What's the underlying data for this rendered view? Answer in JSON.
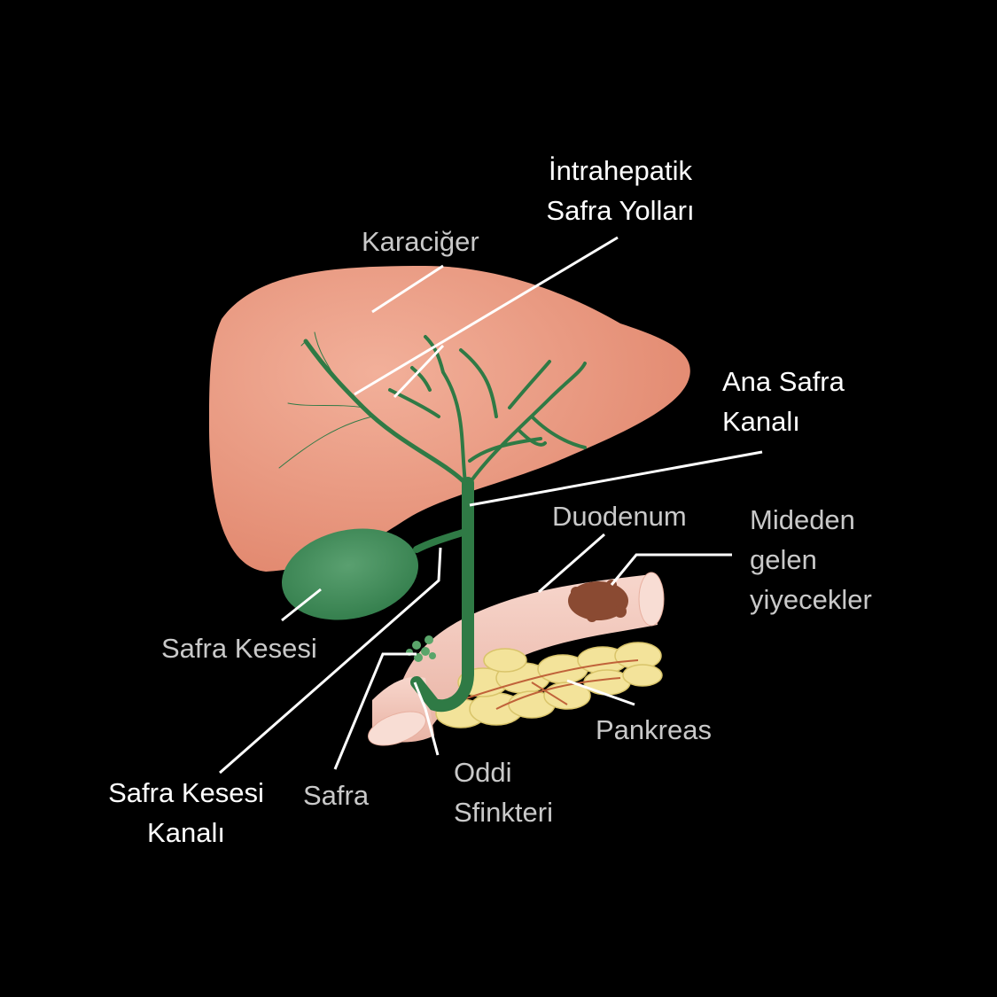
{
  "labels": {
    "liver": "Karaciğer",
    "intrahepatic_line1": "İntrahepatik",
    "intrahepatic_line2": "Safra Yolları",
    "common_bile_duct_line1": "Ana Safra",
    "common_bile_duct_line2": "Kanalı",
    "duodenum": "Duodenum",
    "food_line1": "Mideden",
    "food_line2": "gelen",
    "food_line3": "yiyecekler",
    "gallbladder": "Safra Kesesi",
    "pancreas": "Pankreas",
    "oddi_line1": "Oddi",
    "oddi_line2": "Sfinkteri",
    "bile": "Safra",
    "cystic_duct_line1": "Safra Kesesi",
    "cystic_duct_line2": "Kanalı"
  },
  "colors": {
    "liver": "#e8937a",
    "bile_duct": "#2f7a45",
    "gallbladder": "#3e8a57",
    "duodenum": "#f4cbbf",
    "pancreas": "#f3e39a",
    "food": "#8a4a32",
    "label_gray": "#c9c9c9",
    "label_white": "#ffffff"
  }
}
